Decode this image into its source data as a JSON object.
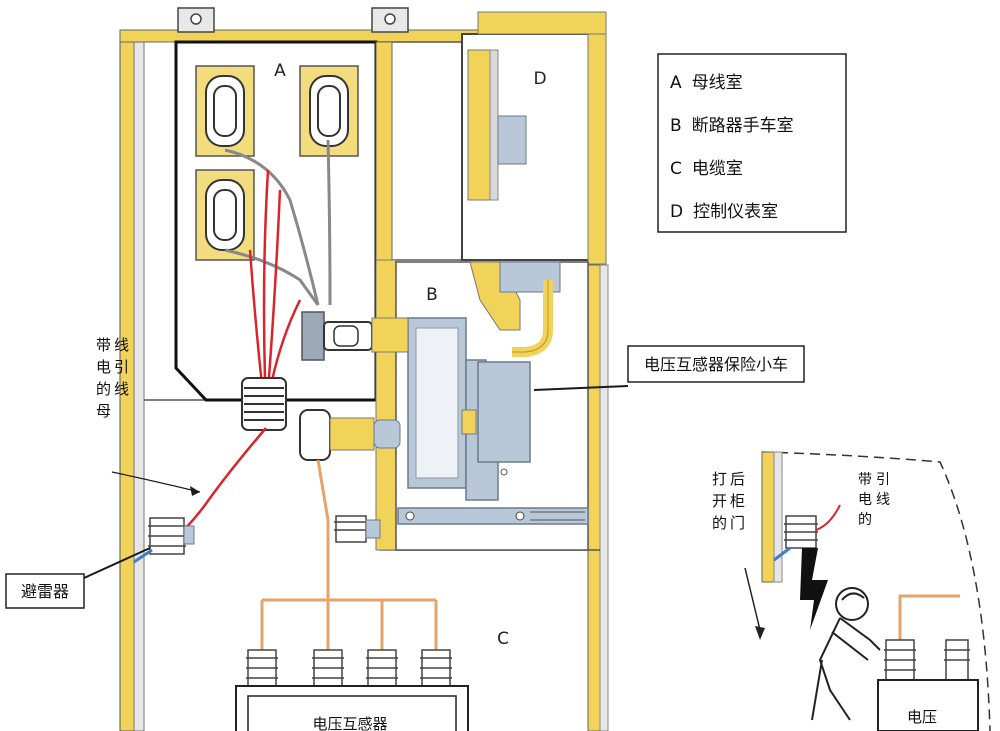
{
  "compartments": {
    "a": "A",
    "b": "B",
    "c": "C",
    "d": "D"
  },
  "legend": {
    "items": [
      {
        "letter": "A",
        "text": "母线室"
      },
      {
        "letter": "B",
        "text": "断路器手车室"
      },
      {
        "letter": "C",
        "text": "电缆室"
      },
      {
        "letter": "D",
        "text": "控制仪表室"
      }
    ]
  },
  "callouts": {
    "vt_cart": "电压互感器保险小车",
    "arrester": "避雷器",
    "live_bus_lead": "带电的母线引线",
    "vt_box": "电压互感器",
    "open_rear_door": "打开的后柜门",
    "live_lead": "带电的引线",
    "vt_box_small": "电压"
  },
  "colors": {
    "frame_yellow": "#f1d35a",
    "live_wire_red": "#d8242b",
    "cable_orange": "#e6a36a",
    "grey_blue": "#b9c8d9",
    "arrester_blue": "#3d7fc9",
    "dark_line": "#1a1a1a"
  }
}
